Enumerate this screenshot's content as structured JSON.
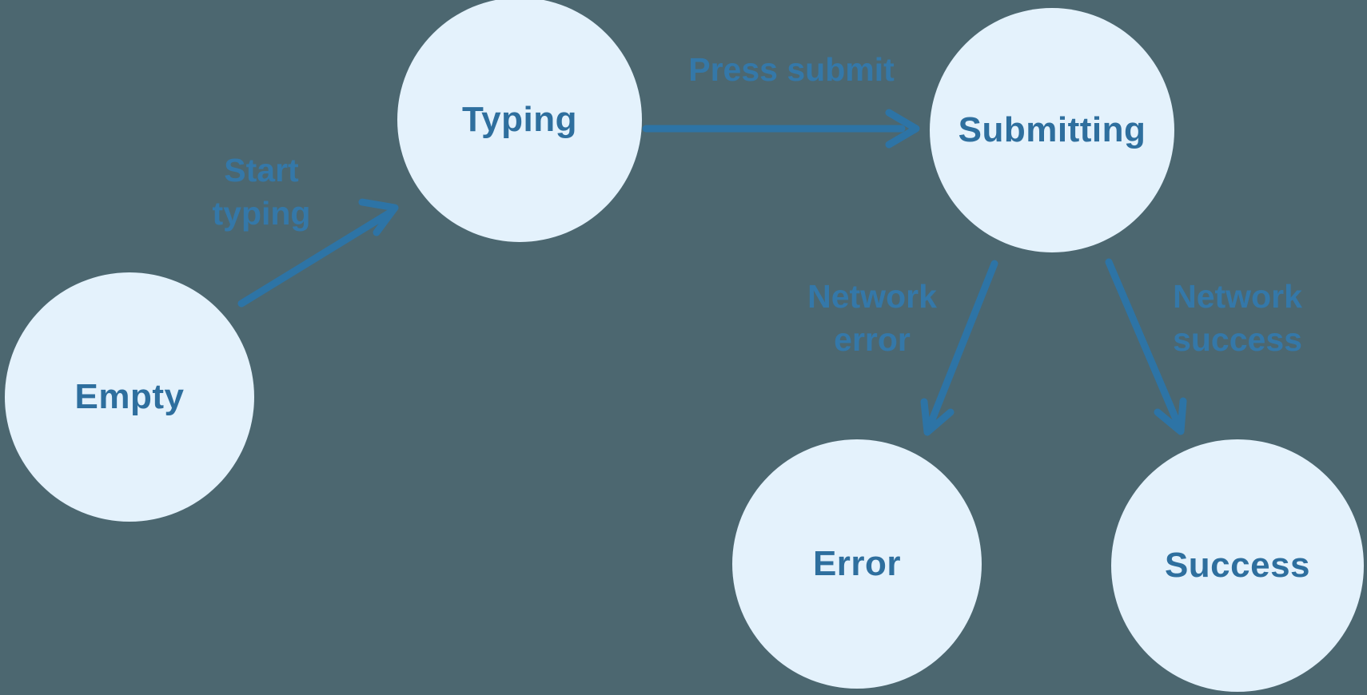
{
  "diagram": {
    "type": "state-machine",
    "colors": {
      "background": "#4c6770",
      "node_fill": "#e4f2fc",
      "node_text": "#2e6f9e",
      "edge_stroke": "#2d74a6",
      "edge_label_text": "#3478a9"
    },
    "nodes": [
      {
        "id": "empty",
        "label": "Empty"
      },
      {
        "id": "typing",
        "label": "Typing"
      },
      {
        "id": "submitting",
        "label": "Submitting"
      },
      {
        "id": "error",
        "label": "Error"
      },
      {
        "id": "success",
        "label": "Success"
      }
    ],
    "edges": [
      {
        "from": "empty",
        "to": "typing",
        "label": "Start typing"
      },
      {
        "from": "typing",
        "to": "submitting",
        "label": "Press submit"
      },
      {
        "from": "submitting",
        "to": "error",
        "label": "Network error"
      },
      {
        "from": "submitting",
        "to": "success",
        "label": "Network success"
      }
    ]
  }
}
